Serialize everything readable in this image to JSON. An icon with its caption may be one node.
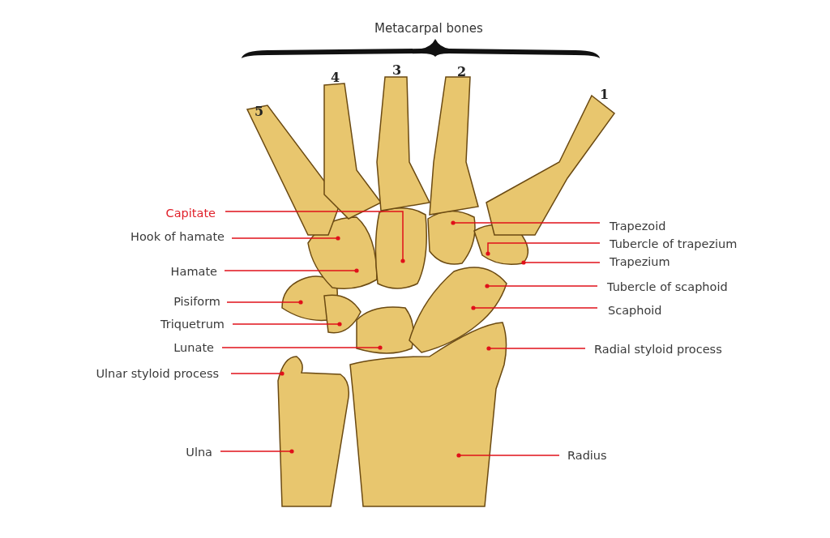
{
  "diagram": {
    "title": "Metacarpal bones",
    "nodes": [
      {
        "text": [
          "Capitate"
        ]
      },
      {
        "text": [
          "Hook of hamate"
        ]
      },
      {
        "text": [
          "Hamate"
        ]
      },
      {
        "text": [
          "Pisiform"
        ]
      },
      {
        "text": [
          "Triquetrum"
        ]
      },
      {
        "text": [
          "Lunate"
        ]
      },
      {
        "text": [
          "Ulnar styloid process"
        ]
      },
      {
        "text": [
          "Ulna"
        ]
      },
      {
        "text": [
          "Trapezoid"
        ]
      },
      {
        "text": [
          "Tubercle of trapezium"
        ]
      },
      {
        "text": [
          "Trapezium"
        ]
      },
      {
        "text": [
          "Tubercle of scaphoid"
        ]
      },
      {
        "text": [
          "Scaphoid"
        ]
      },
      {
        "text": [
          "Radial styloid process"
        ]
      },
      {
        "text": [
          "Radius"
        ]
      }
    ],
    "edges": [
      {
        "from": 0,
        "to": null,
        "arrow": "other"
      },
      {
        "from": 1,
        "to": null,
        "arrow": "other"
      },
      {
        "from": 2,
        "to": null,
        "arrow": "other"
      },
      {
        "from": 3,
        "to": null,
        "arrow": "other"
      },
      {
        "from": 4,
        "to": null,
        "arrow": "other"
      },
      {
        "from": 5,
        "to": null,
        "arrow": "other"
      },
      {
        "from": 6,
        "to": null,
        "arrow": "other"
      },
      {
        "from": 7,
        "to": null,
        "arrow": "other"
      },
      {
        "from": 8,
        "to": null,
        "arrow": "other"
      },
      {
        "from": 9,
        "to": null,
        "arrow": "other"
      },
      {
        "from": 10,
        "to": null,
        "arrow": "other"
      },
      {
        "from": 11,
        "to": null,
        "arrow": "other"
      },
      {
        "from": 12,
        "to": null,
        "arrow": "other"
      },
      {
        "from": 13,
        "to": null,
        "arrow": "other"
      },
      {
        "from": 14,
        "to": null,
        "arrow": "other"
      }
    ],
    "labels": [
      "5",
      "4",
      "3",
      "2",
      "1"
    ]
  }
}
